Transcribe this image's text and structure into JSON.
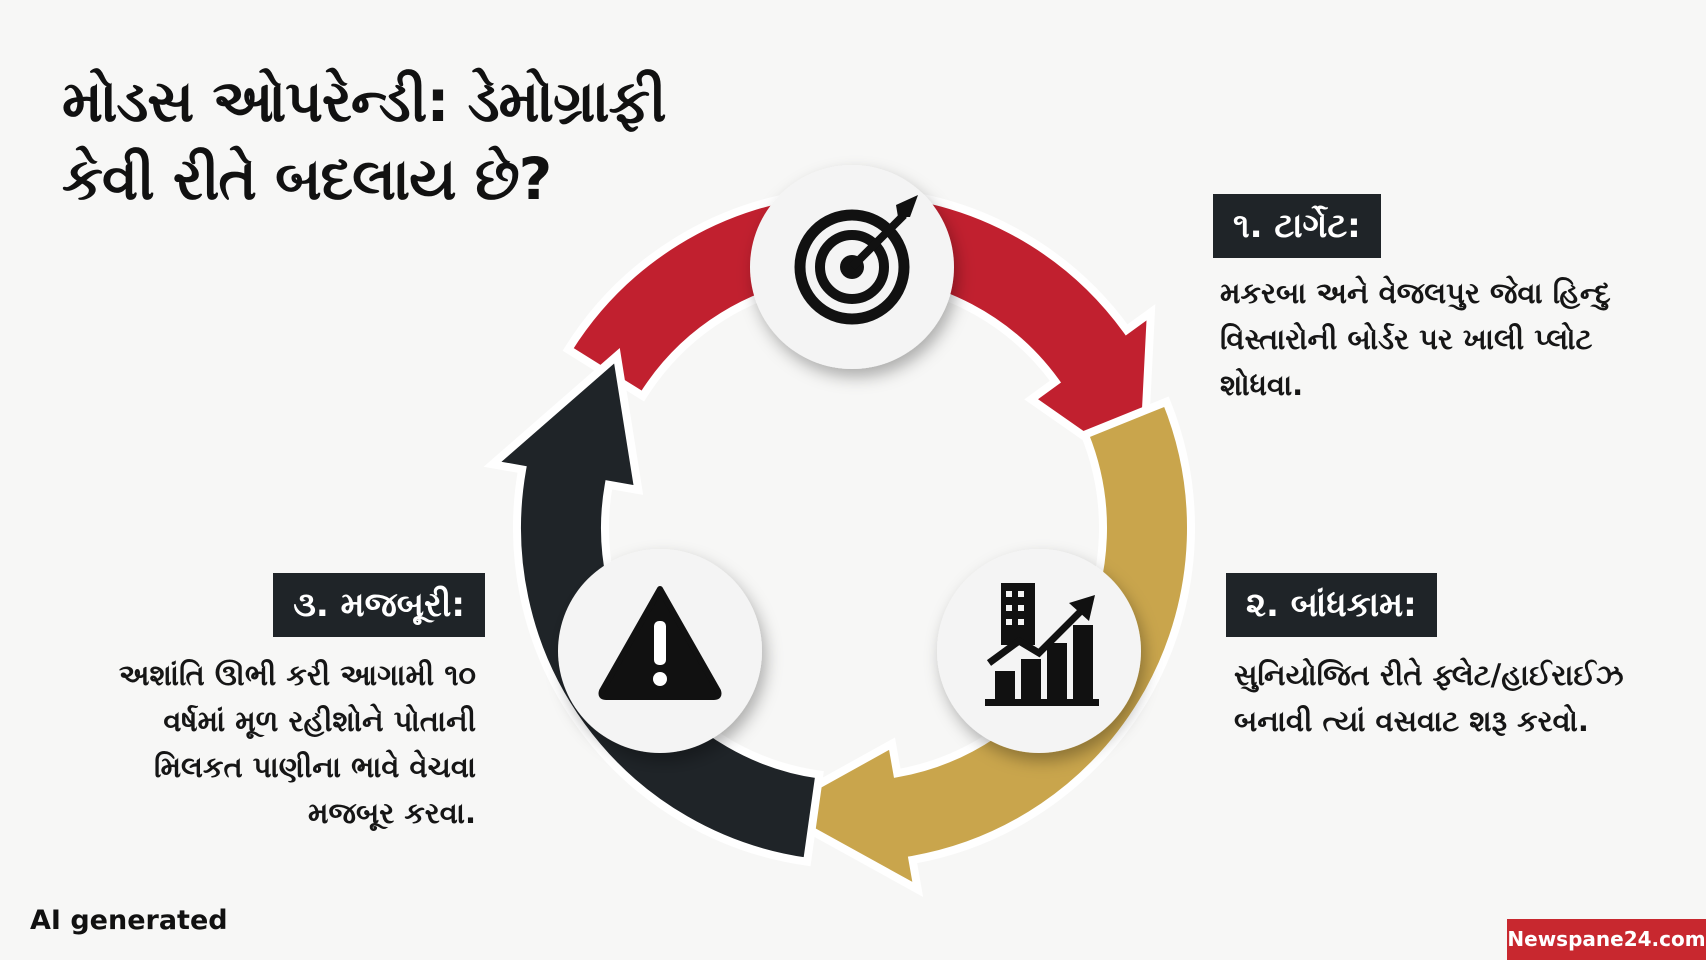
{
  "title": {
    "line1": "મોડસ ઓપરેન્ડી: ડેમોગ્રાફી",
    "line2": "કેવી રીતે બદલાય છે?"
  },
  "colors": {
    "red": "#c1202f",
    "gold": "#c9a54c",
    "dark": "#1f2428"
  },
  "steps": [
    {
      "label": "૧. ટાર્ગેટ:",
      "icon": "target-icon",
      "lines": [
        "મકરબા અને વેજલપુર જેવા હિન્દુ",
        "વિસ્તારોની બોર્ડર પર ખાલી પ્લોટ",
        "શોધવા."
      ]
    },
    {
      "label": "૨. બાંધકામ:",
      "icon": "building-growth-chart-icon",
      "lines": [
        "સુનિયોજિત રીતે ફ્લેટ/હાઈરાઈઝ",
        "બનાવી ત્યાં વસવાટ શરૂ કરવો."
      ]
    },
    {
      "label": "૩. મજબૂરી:",
      "icon": "warning-icon",
      "lines": [
        "અશાંતિ ઊભી કરી આગામી ૧૦",
        "વર્ષમાં મૂળ રહીશોને પોતાની",
        "મિલકત પાણીના ભાવે વેચવા",
        "મજબૂર કરવા."
      ]
    }
  ],
  "footer": {
    "ai_note": "AI generated",
    "brand": "Newspane24.com"
  }
}
